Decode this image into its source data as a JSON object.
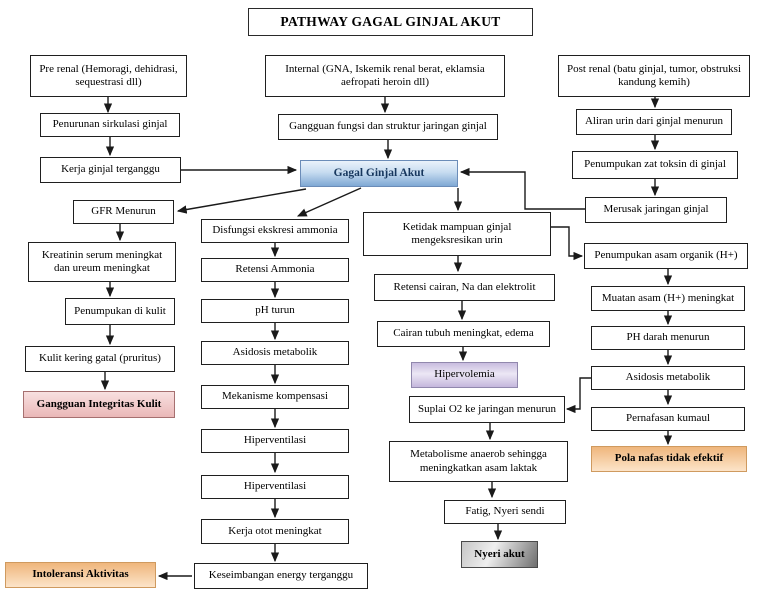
{
  "title": "PATHWAY GAGAL GINJAL AKUT",
  "nodes": {
    "pre_renal": "Pre renal (Hemoragi, dehidrasi, sequestrasi dll)",
    "internal": "Internal (GNA, Iskemik renal berat, eklamsia aefropati heroin dll)",
    "post_renal": "Post renal (batu ginjal, tumor, obstruksi kandung kemih)",
    "penurunan_sirkulasi": "Penurunan sirkulasi ginjal",
    "kerja_ginjal": "Kerja ginjal terganggu",
    "gangguan_fungsi": "Gangguan fungsi dan struktur jaringan ginjal",
    "gagal_ginjal_akut": "Gagal Ginjal Akut",
    "aliran_urin": "Aliran urin dari ginjal menurun",
    "penumpukan_toksin": "Penumpukan zat toksin di ginjal",
    "gfr_menurun": "GFR Menurun",
    "merusak_jaringan": "Merusak jaringan ginjal",
    "disfungsi_ekskresi": "Disfungsi ekskresi ammonia",
    "kreatinin": "Kreatinin serum meningkat dan ureum meningkat",
    "retensi_ammonia": "Retensi Ammonia",
    "ketidakmampuan": "Ketidak mampuan ginjal mengeksresikan urin",
    "penumpukan_asam": "Penumpukan asam organik (H+)",
    "ph_turun": "pH turun",
    "retensi_cairan": "Retensi cairan, Na dan elektrolit",
    "muatan_asam": "Muatan asam (H+) meningkat",
    "penumpukan_kulit": "Penumpukan di kulit",
    "kulit_kering": "Kulit kering gatal (pruritus)",
    "asidosis_tengah": "Asidosis metabolik",
    "ph_darah": "PH darah menurun",
    "cairan_tubuh": "Cairan tubuh meningkat, edema",
    "gangguan_integritas": "Gangguan Integritas Kulit",
    "mekanisme_kompensasi": "Mekanisme kompensasi",
    "hipervolemia": "Hipervolemia",
    "asidosis_kanan": "Asidosis metabolik",
    "suplai_o2": "Suplai O2 ke jaringan menurun",
    "hiperventilasi_1": "Hiperventilasi",
    "pernafasan_kumaul": "Pernafasan kumaul",
    "metabolisme_anaerob": "Metabolisme anaerob sehingga meningkatkan asam laktak",
    "pola_nafas": "Pola nafas tidak efektif",
    "hiperventilasi_2": "Hiperventilasi",
    "kerja_otot": "Kerja otot meningkat",
    "fatig": "Fatig, Nyeri sendi",
    "nyeri_akut": "Nyeri akut",
    "keseimbangan_energy": "Keseimbangan energy terganggu",
    "intoleransi": "Intoleransi Aktivitas"
  },
  "edges": [
    "pre_renal -> penurunan_sirkulasi",
    "penurunan_sirkulasi -> kerja_ginjal",
    "kerja_ginjal -> gagal_ginjal_akut",
    "internal -> gangguan_fungsi",
    "gangguan_fungsi -> gagal_ginjal_akut",
    "post_renal -> aliran_urin",
    "aliran_urin -> penumpukan_toksin",
    "penumpukan_toksin -> merusak_jaringan",
    "merusak_jaringan -> gagal_ginjal_akut",
    "gagal_ginjal_akut -> gfr_menurun",
    "gagal_ginjal_akut -> disfungsi_ekskresi",
    "gagal_ginjal_akut -> ketidakmampuan",
    "gfr_menurun -> kreatinin",
    "kreatinin -> penumpukan_kulit",
    "penumpukan_kulit -> kulit_kering",
    "kulit_kering -> gangguan_integritas",
    "disfungsi_ekskresi -> retensi_ammonia",
    "retensi_ammonia -> ph_turun",
    "ph_turun -> asidosis_tengah",
    "asidosis_tengah -> mekanisme_kompensasi",
    "mekanisme_kompensasi -> hiperventilasi_1",
    "hiperventilasi_1 -> hiperventilasi_2",
    "hiperventilasi_2 -> kerja_otot",
    "kerja_otot -> keseimbangan_energy",
    "keseimbangan_energy -> intoleransi",
    "ketidakmampuan -> retensi_cairan",
    "retensi_cairan -> cairan_tubuh",
    "cairan_tubuh -> hipervolemia",
    "ketidakmampuan -> penumpukan_asam",
    "penumpukan_asam -> muatan_asam",
    "muatan_asam -> ph_darah",
    "ph_darah -> asidosis_kanan",
    "asidosis_kanan -> pernafasan_kumaul",
    "asidosis_kanan -> suplai_o2",
    "pernafasan_kumaul -> pola_nafas",
    "suplai_o2 -> metabolisme_anaerob",
    "metabolisme_anaerob -> fatig",
    "fatig -> nyeri_akut"
  ],
  "colors": {
    "main_node_blue": "#7fa8d4",
    "diagnosis_pink": "#eab8b8",
    "diagnosis_purple": "#cabfe0",
    "diagnosis_orange": "#efb67c",
    "diagnosis_gray": "#9a9a9a",
    "line_black": "#1a1a1a"
  }
}
